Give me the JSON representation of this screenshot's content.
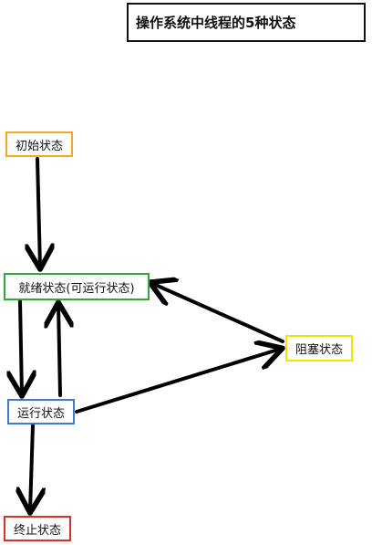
{
  "title": "操作系统中线程的5种状态",
  "nodes": {
    "initial": {
      "label": "初始状态",
      "color": "#f5a623"
    },
    "ready": {
      "label": "就绪状态(可运行状态)",
      "color": "#2ea836"
    },
    "blocked": {
      "label": "阻塞状态",
      "color": "#f2e600"
    },
    "running": {
      "label": "运行状态",
      "color": "#3a7bd5"
    },
    "terminated": {
      "label": "终止状态",
      "color": "#d9302c"
    }
  },
  "edges": [
    {
      "from": "initial",
      "to": "ready"
    },
    {
      "from": "ready",
      "to": "running"
    },
    {
      "from": "running",
      "to": "ready"
    },
    {
      "from": "running",
      "to": "blocked"
    },
    {
      "from": "blocked",
      "to": "ready"
    },
    {
      "from": "running",
      "to": "terminated"
    }
  ]
}
